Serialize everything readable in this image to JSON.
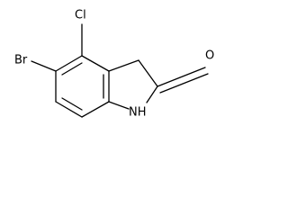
{
  "structure": {
    "atoms": {
      "cl": "Cl",
      "br": "Br",
      "o": "O",
      "nh": "NH"
    }
  }
}
